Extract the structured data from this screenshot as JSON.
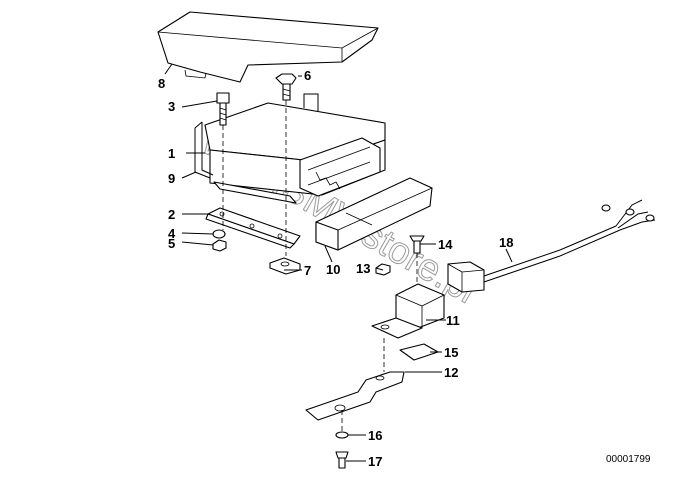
{
  "diagram": {
    "reference_number": "00001799",
    "watermark": "www.BMWstore.pl",
    "callouts": {
      "c1": "1",
      "c2": "2",
      "c3": "3",
      "c4": "4",
      "c5": "5",
      "c6": "6",
      "c7": "7",
      "c8": "8",
      "c9": "9",
      "c10": "10",
      "c11": "11",
      "c12": "12",
      "c13": "13",
      "c14": "14",
      "c15": "15",
      "c16": "16",
      "c17": "17",
      "c18": "18"
    }
  }
}
